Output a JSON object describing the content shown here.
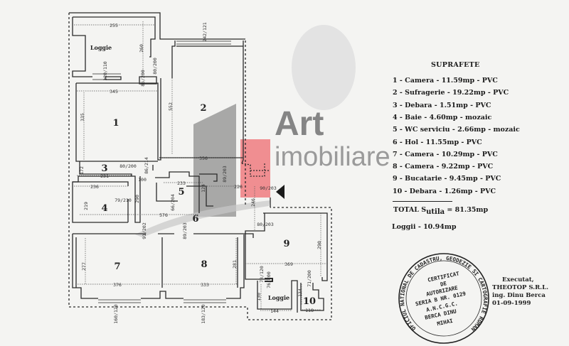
{
  "legend": {
    "title": "SUPRAFETE",
    "rows": [
      "1 - Camera - 11.59mp - PVC",
      "2 - Sufragerie - 19.22mp - PVC",
      "3 - Debara - 1.51mp - PVC",
      "4 - Baie - 4.60mp - mozaic",
      "5 - WC serviciu - 2.66mp - mozaic",
      "6 - Hol - 11.55mp - PVC",
      "7 - Camera - 10.29mp - PVC",
      "8 - Camera - 9.22mp - PVC",
      "9 - Bucatarie - 9.45mp - PVC",
      "10 - Debara - 1.26mp - PVC"
    ],
    "total_prefix": "TOTAL S",
    "total_sub": "utila",
    "total_value": " = 81.35mp",
    "loggii": "Loggii - 10.94mp"
  },
  "plan": {
    "rooms": [
      "Loggie",
      "1",
      "2",
      "3",
      "4",
      "5",
      "6",
      "7",
      "8",
      "9",
      "Loggie",
      "10"
    ],
    "dimensions": [
      "255",
      "260",
      "242/121",
      "120/110",
      "85/200",
      "80/200",
      "345",
      "335",
      "552",
      "356",
      "86/214",
      "80/200",
      "172",
      "231",
      "100",
      "233",
      "236",
      "89/203",
      "226",
      "124",
      "90/203",
      "79/210",
      "219",
      "290",
      "66/204",
      "246",
      "576",
      "91/202",
      "89/203",
      "80/203",
      "290",
      "277",
      "281",
      "369",
      "376",
      "333",
      "73/120",
      "76/200",
      "71/200",
      "130",
      "134",
      "144",
      "118",
      "160/120",
      "183/120"
    ]
  },
  "executed": {
    "lines": [
      "Executat,",
      "THEOTOP S.R.L.",
      "ing. Dinu Berca",
      "01-09-1999"
    ]
  },
  "stamp": {
    "ring_text": "OFICIUL NATIONAL DE CADASTRU, GEODEZIE SI CARTOGRAFIE ROMANIA",
    "lines": [
      "CERTIFICAT",
      "DE",
      "AUTORIZARE",
      "SERIA B NR. 0129",
      "A.N.C.G.C.",
      "BERCA DINU",
      "MIHAI"
    ]
  },
  "watermark": {
    "brand": "Art",
    "rest": "imobiliare",
    "brand_color": "#e86a6a",
    "gray": "#8c8c8c"
  }
}
